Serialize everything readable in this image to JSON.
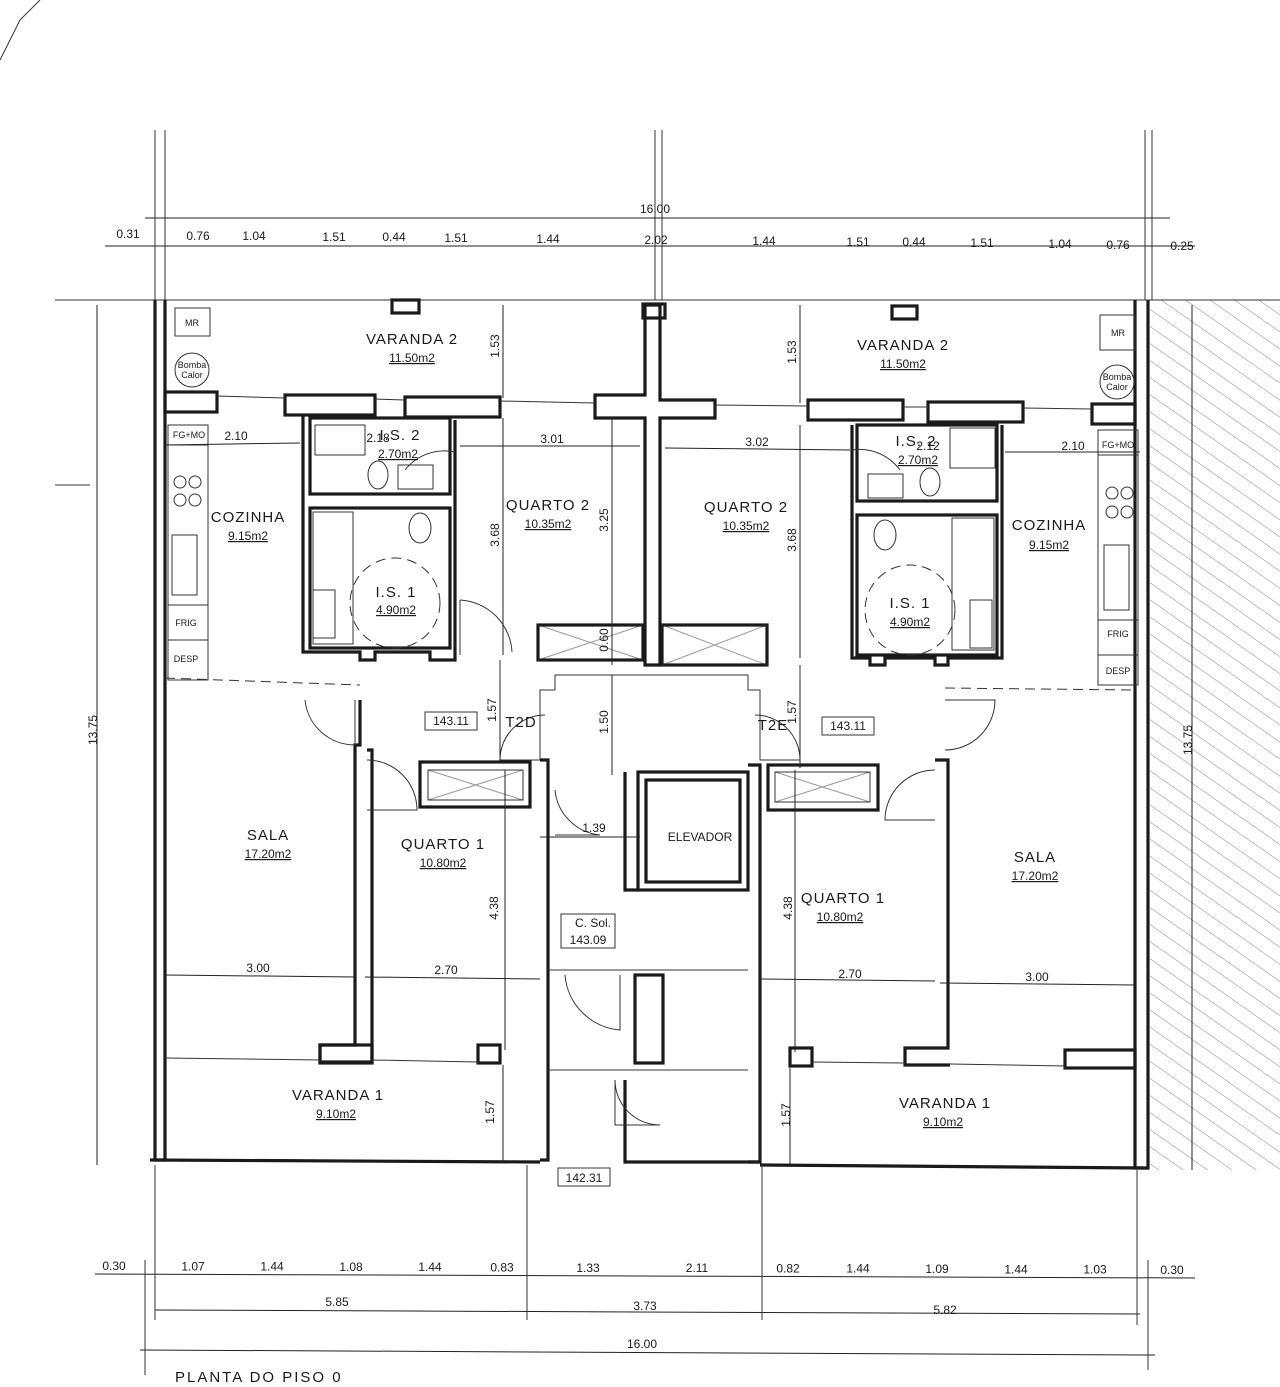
{
  "title": "PLANTA DO PISO 0",
  "top_dims": {
    "total": "16.00",
    "segments": [
      "0.31",
      "0.76",
      "1.04",
      "1.51",
      "0.44",
      "1.51",
      "1.44",
      "2.02",
      "1.44",
      "1.51",
      "0.44",
      "1.51",
      "1.04",
      "0.76",
      "0.25"
    ]
  },
  "bottom_dims": {
    "segments": [
      "0.30",
      "1.07",
      "1.44",
      "1.08",
      "1.44",
      "0.83",
      "1.33",
      "2.11",
      "0.82",
      "1.44",
      "1.09",
      "1.44",
      "1.03",
      "0.30"
    ],
    "groups": [
      "5.85",
      "3.73",
      "5.82"
    ],
    "total": "16.00"
  },
  "side_dims": {
    "left": "13.75",
    "right": "13.75"
  },
  "rooms": {
    "varanda2_left": {
      "name": "VARANDA 2",
      "area": "11.50m2"
    },
    "varanda2_right": {
      "name": "VARANDA 2",
      "area": "11.50m2"
    },
    "is2_left": {
      "name": "I.S. 2",
      "area": "2.70m2"
    },
    "is2_right": {
      "name": "I.S. 2",
      "area": "2.70m2"
    },
    "cozinha_left": {
      "name": "COZINHA",
      "area": "9.15m2"
    },
    "cozinha_right": {
      "name": "COZINHA",
      "area": "9.15m2"
    },
    "quarto2_left": {
      "name": "QUARTO 2",
      "area": "10.35m2"
    },
    "quarto2_right": {
      "name": "QUARTO 2",
      "area": "10.35m2"
    },
    "is1_left": {
      "name": "I.S. 1",
      "area": "4.90m2"
    },
    "is1_right": {
      "name": "I.S. 1",
      "area": "4.90m2"
    },
    "sala_left": {
      "name": "SALA",
      "area": "17.20m2"
    },
    "sala_right": {
      "name": "SALA",
      "area": "17.20m2"
    },
    "quarto1_left": {
      "name": "QUARTO 1",
      "area": "10.80m2"
    },
    "quarto1_right": {
      "name": "QUARTO 1",
      "area": "10.80m2"
    },
    "varanda1_left": {
      "name": "VARANDA 1",
      "area": "9.10m2"
    },
    "varanda1_right": {
      "name": "VARANDA 1",
      "area": "9.10m2"
    },
    "elevador": "ELEVADOR",
    "c_sol": {
      "name": "C. Sol.",
      "level": "143.09"
    }
  },
  "interior_dims": {
    "is2_width": "2.18",
    "is2_width_right": "2.12",
    "cozinha_left_w": "2.10",
    "cozinha_right_w": "2.10",
    "q2_left_w": "3.01",
    "q2_right_w": "3.02",
    "q2_left_h": "3.68",
    "q2_mid_h": "3.25",
    "q2_right_h": "3.68",
    "v2_left_h": "1.53",
    "v2_right_h": "1.53",
    "hall_v": "0.60",
    "hall_h": "1.50",
    "t_left_h": "1.57",
    "t_right_h": "1.57",
    "lift_w": "1.39",
    "q1_left_h": "4.38",
    "q1_right_h": "4.38",
    "sala_left_w": "3.00",
    "q1_left_w": "2.70",
    "q1_right_w": "2.70",
    "sala_right_w": "3.00",
    "v1_left_h": "1.57",
    "v1_right_h": "1.57"
  },
  "labels": {
    "unit_left": "T2D",
    "unit_right": "T2E",
    "level_left": "143.11",
    "level_right": "143.11",
    "level_bottom": "142.31",
    "mr": "MR",
    "bomba": [
      "Bomba",
      "Calor"
    ],
    "fg_mo": "FG+MO",
    "frig": "FRIG",
    "desp": "DESP"
  }
}
